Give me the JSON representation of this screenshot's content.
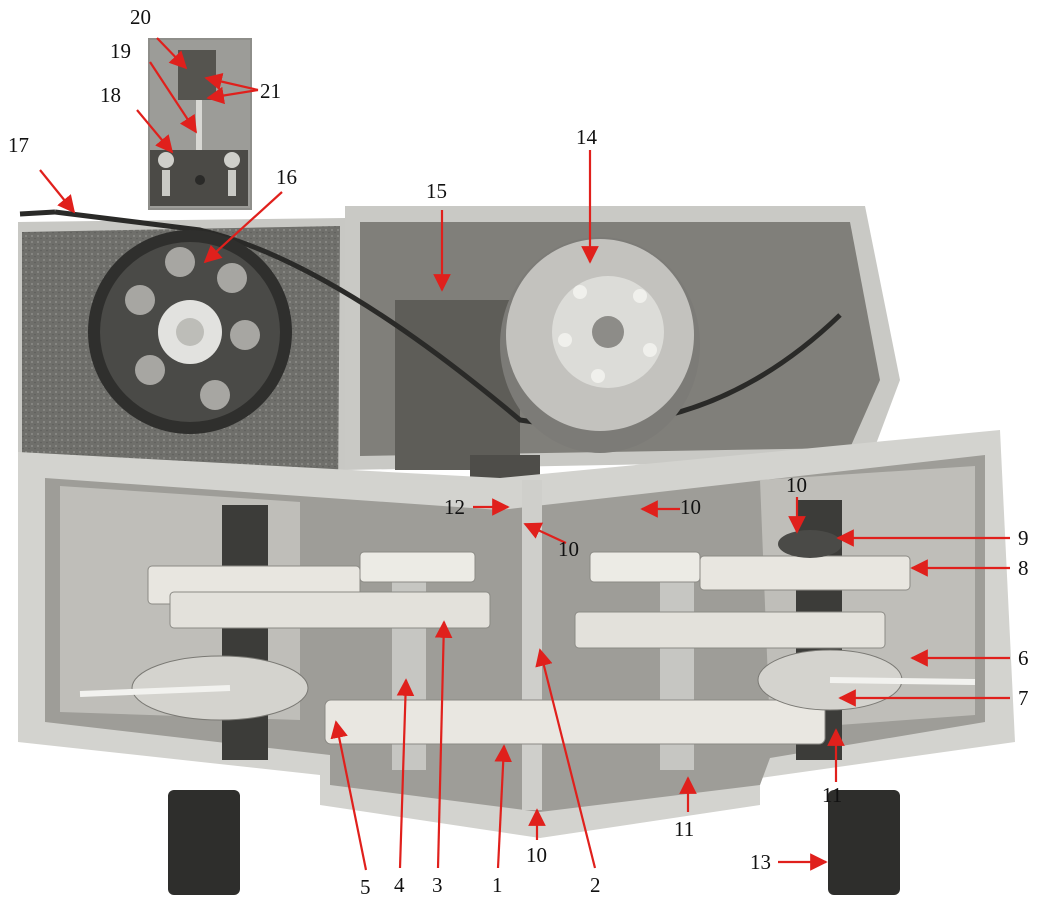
{
  "figure": {
    "description_labels": [
      "1",
      "2",
      "3",
      "4",
      "5",
      "6",
      "7",
      "8",
      "9",
      "10",
      "11",
      "12",
      "13",
      "14",
      "15",
      "16",
      "17",
      "18",
      "19",
      "20",
      "21"
    ],
    "labels": [
      {
        "id": "label-20",
        "text": "20"
      },
      {
        "id": "label-19",
        "text": "19"
      },
      {
        "id": "label-21",
        "text": "21"
      },
      {
        "id": "label-18",
        "text": "18"
      },
      {
        "id": "label-17",
        "text": "17"
      },
      {
        "id": "label-16",
        "text": "16"
      },
      {
        "id": "label-15",
        "text": "15"
      },
      {
        "id": "label-14",
        "text": "14"
      },
      {
        "id": "label-12",
        "text": "12"
      },
      {
        "id": "label-10a",
        "text": "10"
      },
      {
        "id": "label-10b",
        "text": "10"
      },
      {
        "id": "label-10c",
        "text": "10"
      },
      {
        "id": "label-10d",
        "text": "10"
      },
      {
        "id": "label-9",
        "text": "9"
      },
      {
        "id": "label-8",
        "text": "8"
      },
      {
        "id": "label-6",
        "text": "6"
      },
      {
        "id": "label-7",
        "text": "7"
      },
      {
        "id": "label-11a",
        "text": "11"
      },
      {
        "id": "label-11b",
        "text": "11"
      },
      {
        "id": "label-13",
        "text": "13"
      },
      {
        "id": "label-5",
        "text": "5"
      },
      {
        "id": "label-4",
        "text": "4"
      },
      {
        "id": "label-3",
        "text": "3"
      },
      {
        "id": "label-1",
        "text": "1"
      },
      {
        "id": "label-2",
        "text": "2"
      }
    ]
  },
  "colors": {
    "arrow": "#e0201c",
    "casing": "#c9c9c6",
    "casing_dark": "#8a8a86",
    "gear": "#e7e5df",
    "steel": "#b9b9b6",
    "shadow": "#3a3a38",
    "belt": "#2a2a28"
  }
}
